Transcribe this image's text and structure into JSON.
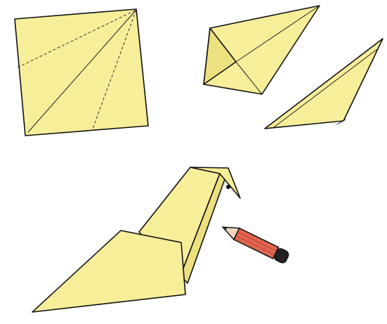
{
  "illustration": {
    "steps": [
      {
        "name": "square-sheet-with-fold-lines"
      },
      {
        "name": "kite-base-fold"
      },
      {
        "name": "narrow-folded-point"
      },
      {
        "name": "finished-paper-crane"
      }
    ],
    "props": [
      {
        "name": "pencil-icon"
      }
    ]
  },
  "colors": {
    "paper": "#f7ee9a",
    "paper_shadow": "#ece080",
    "outline": "#111111",
    "pencil_body": "#e0654f",
    "pencil_stripe": "#c74a37",
    "pencil_tip": "#f2d7bf",
    "pencil_eraser": "#222222"
  }
}
